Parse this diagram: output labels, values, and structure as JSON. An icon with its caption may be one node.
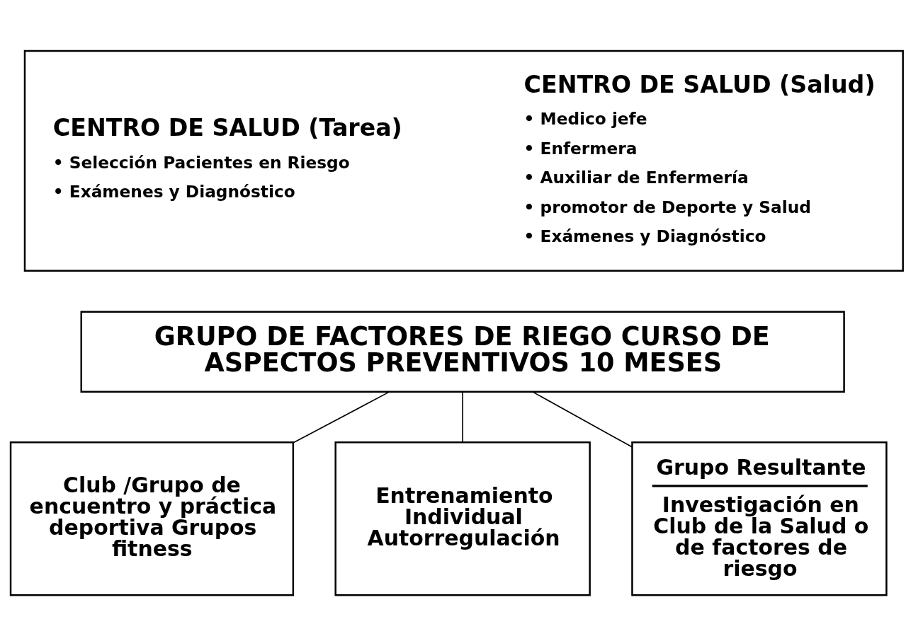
{
  "diagram": {
    "nodes": [
      {
        "text": [],
        "shape": "box"
      },
      {
        "text": [
          "CENTRO DE SALUD (Tarea)",
          "• Selección Pacientes en Riesgo",
          "• Exámenes y Diagnóstico"
        ],
        "in": 0
      },
      {
        "text": [
          "CENTRO DE SALUD (Salud)",
          "• Medico jefe",
          "• Enfermera",
          "• Auxiliar de Enfermería",
          "• promotor de Deporte y Salud",
          "• Exámenes y Diagnóstico"
        ],
        "in": 0
      },
      {
        "text": [
          "GRUPO DE FACTORES DE RIEGO CURSO DE ASPECTOS PREVENTIVOS 10 MESES"
        ]
      },
      {
        "text": [
          "Club /Grupo de encuentro y práctica deportiva Grupos fitness"
        ]
      },
      {
        "text": [
          "Entrenamiento Individual Autorregulación"
        ]
      },
      {
        "text": [
          "Grupo Resultante",
          "Investigación en Club de la Salud o de factores de riesgo"
        ]
      }
    ],
    "edges": [
      {
        "from": 3,
        "to": 4,
        "arrow": "none"
      },
      {
        "from": 3,
        "to": 5,
        "arrow": "none"
      },
      {
        "from": 3,
        "to": 6,
        "arrow": "none"
      }
    ]
  }
}
